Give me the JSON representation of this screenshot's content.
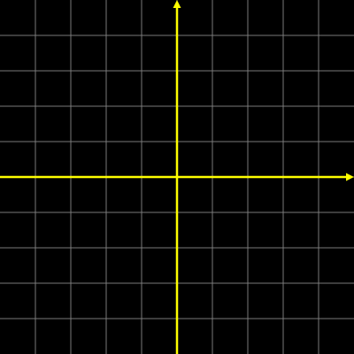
{
  "plane": {
    "background_color": "#000000",
    "grid_color": "#7a7a7a",
    "axis_color": "#ffff00",
    "grid_divisions": 10,
    "x_axis_arrow": "right",
    "y_axis_arrow": "up"
  }
}
